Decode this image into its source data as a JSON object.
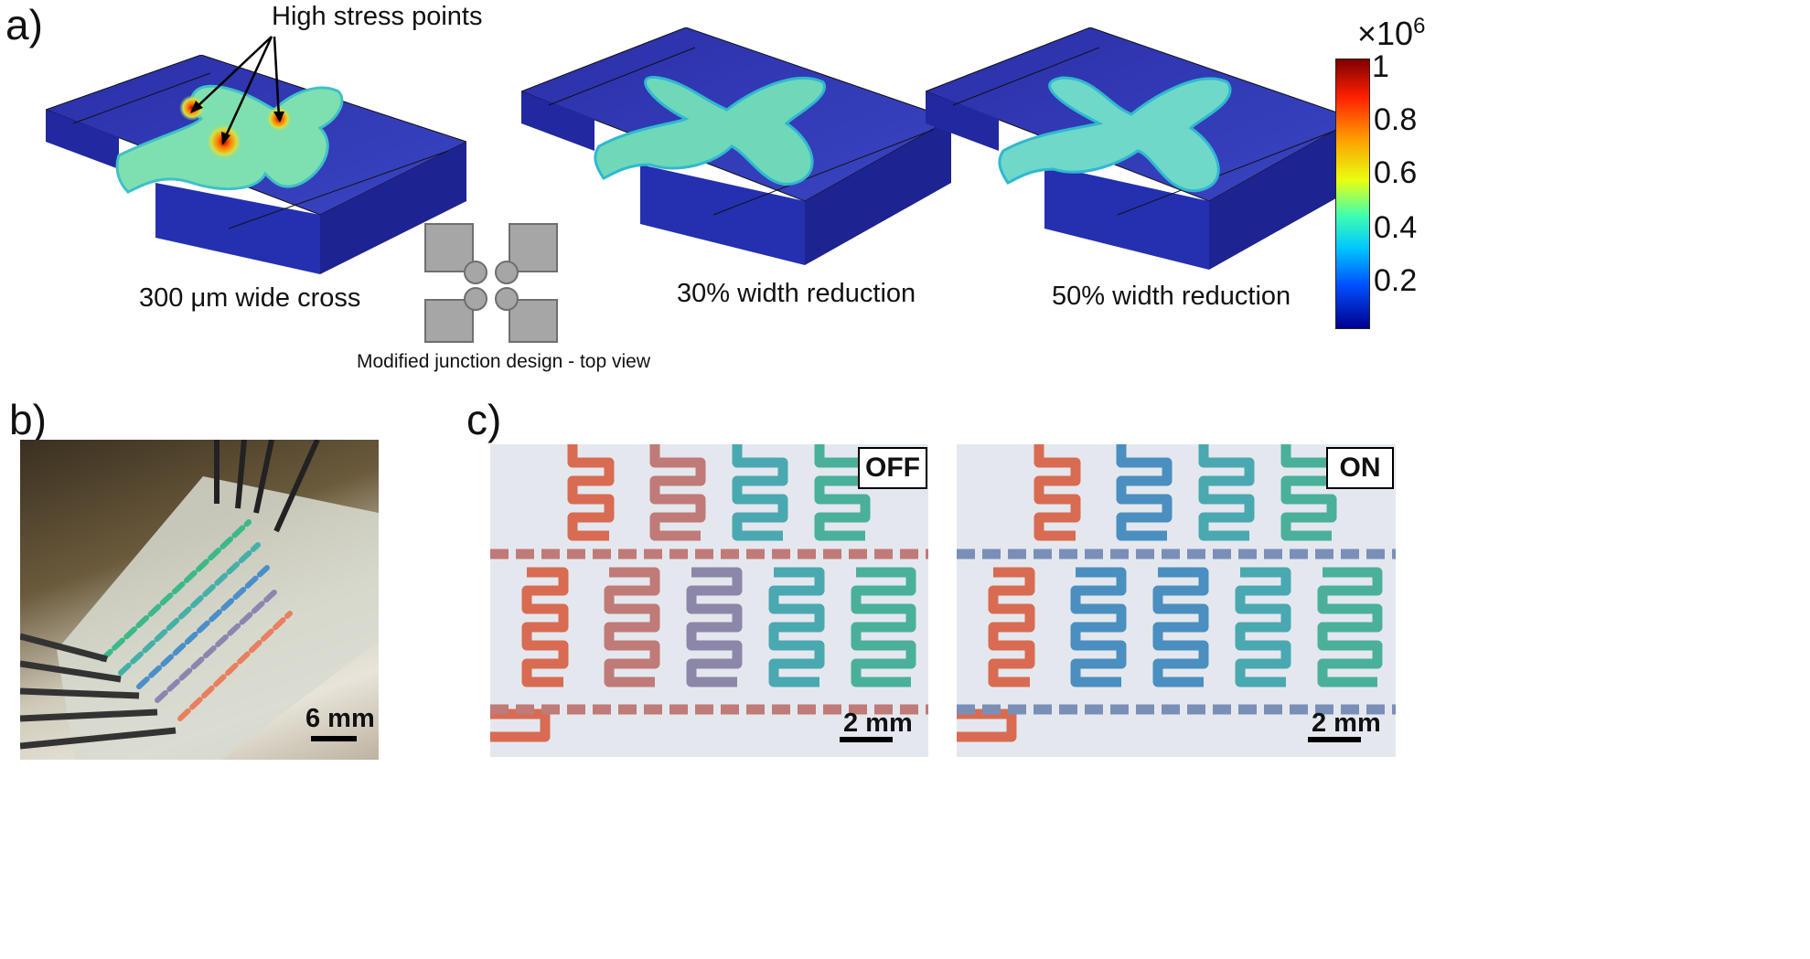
{
  "panel_a": {
    "label": "a)",
    "annotation": "High stress points",
    "captions": [
      "300 μm wide cross",
      "30% width reduction",
      "50% width reduction"
    ],
    "junction_caption": "Modified junction design - top view",
    "colorbar": {
      "exponent_label": "×10",
      "exponent_power": "6",
      "ticks": [
        "1",
        "0.8",
        "0.6",
        "0.4",
        "0.2"
      ],
      "colors": [
        "#7f0000",
        "#ff2000",
        "#ffa000",
        "#e8ff10",
        "#40ffb0",
        "#00c8ff",
        "#0050ff",
        "#00008f"
      ]
    }
  },
  "panel_b": {
    "label": "b)",
    "scalebar": "6 mm"
  },
  "panel_c": {
    "label": "c)",
    "images": [
      {
        "state": "OFF",
        "scalebar": "2 mm"
      },
      {
        "state": "ON",
        "scalebar": "2 mm"
      }
    ]
  }
}
